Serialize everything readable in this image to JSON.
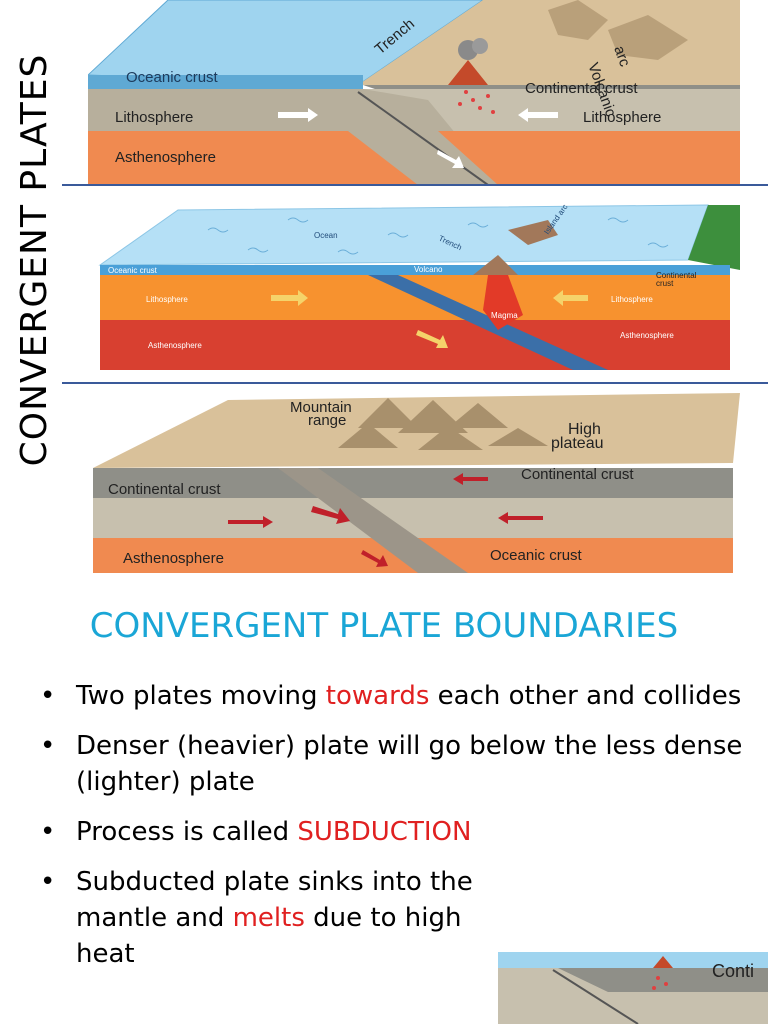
{
  "side_title": "CONVERGENT PLATES",
  "diagram1": {
    "oceanic_crust": "Oceanic crust",
    "trench": "Trench",
    "volcanic": "Volcanic",
    "arc": "arc",
    "continental_crust": "Continental crust",
    "lithosphere_left": "Lithosphere",
    "lithosphere_right": "Lithosphere",
    "asthenosphere": "Asthenosphere"
  },
  "diagram2": {
    "ocean": "Ocean",
    "trench": "Trench",
    "island_arc": "Island arc",
    "oceanic_crust": "Oceanic crust",
    "volcano": "Volcano",
    "continental": "Continental",
    "crust": "crust",
    "lithosphere_left": "Lithosphere",
    "lithosphere_right": "Lithosphere",
    "magma": "Magma",
    "asthenosphere_left": "Asthenosphere",
    "asthenosphere_right": "Asthenosphere"
  },
  "diagram3": {
    "mountain": "Mountain",
    "range": "range",
    "high": "High",
    "plateau": "plateau",
    "continental_crust_right": "Continental crust",
    "continental_crust_left": "Continental crust",
    "asthenosphere": "Asthenosphere",
    "oceanic_crust": "Oceanic crust"
  },
  "heading": "CONVERGENT PLATE BOUNDARIES",
  "bullets": [
    {
      "before": "Two plates moving ",
      "highlight": "towards",
      "after": " each other and collides"
    },
    {
      "before": "Denser (heavier) plate will go below the less dense (lighter) plate",
      "highlight": "",
      "after": ""
    },
    {
      "before": "Process is called ",
      "highlight": "SUBDUCTION",
      "after": ""
    },
    {
      "before": "Subducted plate sinks into the mantle and ",
      "highlight": "melts",
      "after": " due to high heat"
    }
  ],
  "thumbnail": {
    "label": "Conti"
  },
  "colors": {
    "heading": "#1aa6d6",
    "highlight": "#e02020",
    "divider": "#3a5a9a"
  }
}
